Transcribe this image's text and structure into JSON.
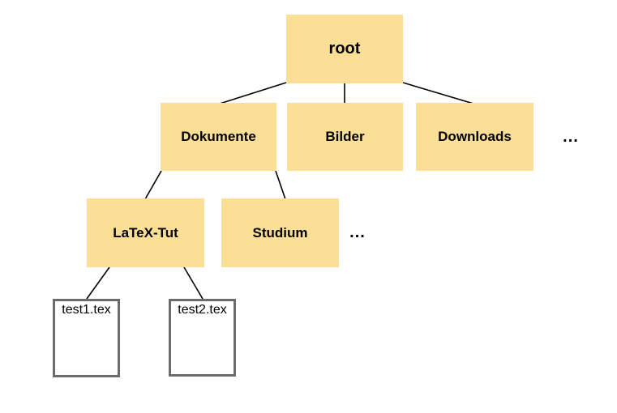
{
  "colors": {
    "folder_fill": "#FBDF96",
    "file_border": "#6B6B6B",
    "connector": "#000000",
    "text": "#000000"
  },
  "tree": {
    "root": {
      "label": "root",
      "type": "folder"
    },
    "root_children": [
      {
        "label": "Dokumente",
        "type": "folder"
      },
      {
        "label": "Bilder",
        "type": "folder"
      },
      {
        "label": "Downloads",
        "type": "folder"
      }
    ],
    "root_children_ellipsis": "...",
    "dokumente_children": [
      {
        "label": "LaTeX-Tut",
        "type": "folder"
      },
      {
        "label": "Studium",
        "type": "folder"
      }
    ],
    "dokumente_children_ellipsis": "...",
    "latex_tut_children": [
      {
        "label": "test1.tex",
        "type": "file"
      },
      {
        "label": "test2.tex",
        "type": "file"
      }
    ]
  }
}
